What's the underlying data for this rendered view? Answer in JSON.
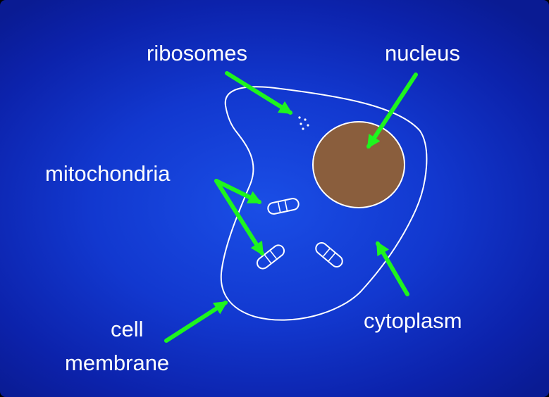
{
  "labels": {
    "ribosomes": "ribosomes",
    "nucleus": "nucleus",
    "mitochondria": "mitochondria",
    "cell_line1": "cell",
    "cell_line2": "membrane",
    "cytoplasm": "cytoplasm"
  },
  "colors": {
    "background": "#1238cf",
    "arrow": "#1ef51e",
    "nucleus_fill": "#8a5e3d",
    "outline": "#ffffff",
    "text": "#ffffff"
  }
}
